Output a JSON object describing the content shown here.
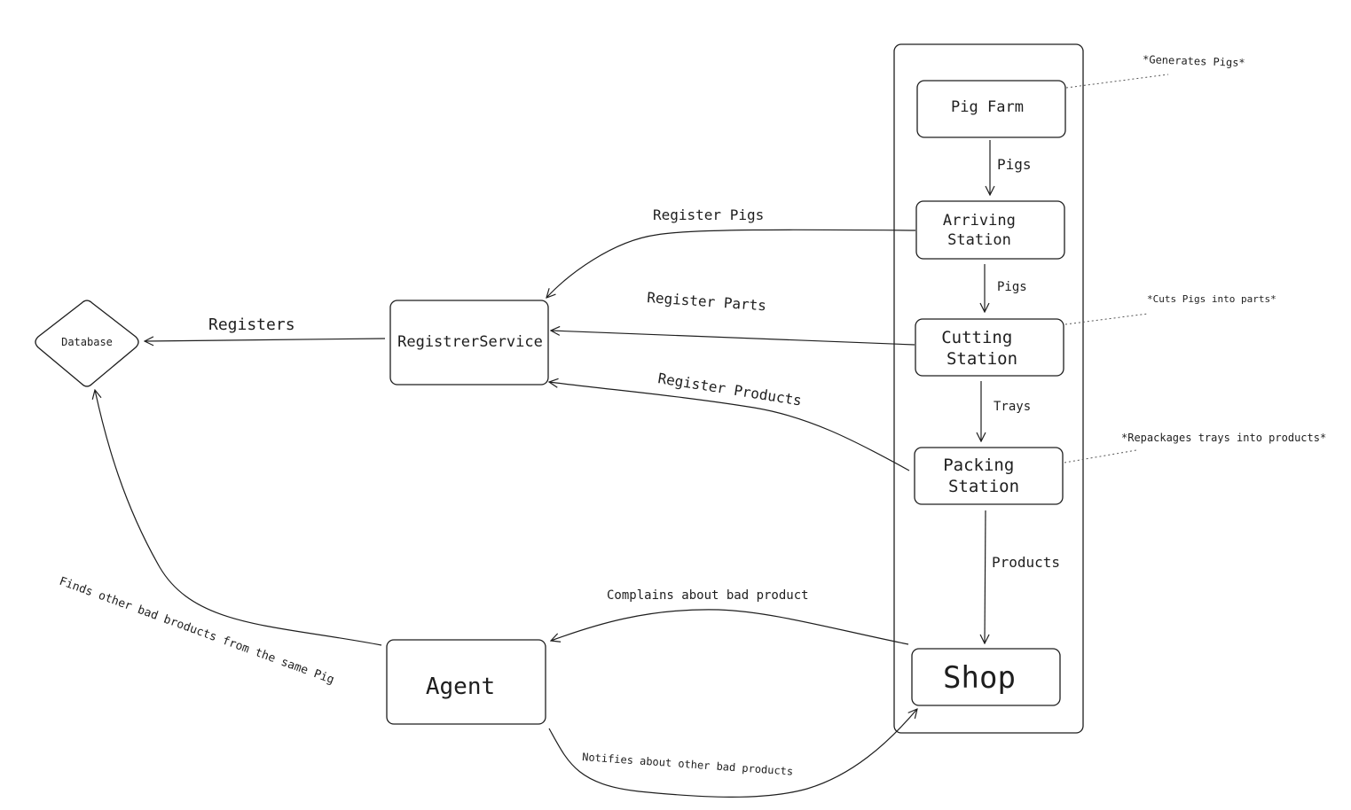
{
  "nodes": {
    "database": "Database",
    "registrer_service": "RegistrerService",
    "agent": "Agent",
    "pig_farm": "Pig Farm",
    "arriving_station": [
      "Arriving",
      "Station"
    ],
    "cutting_station": [
      "Cutting",
      "Station"
    ],
    "packing_station": [
      "Packing",
      "Station"
    ],
    "shop": "Shop"
  },
  "edges": {
    "farm_to_arriving": "Pigs",
    "arriving_to_cutting": "Pigs",
    "cutting_to_packing": "Trays",
    "packing_to_shop": "Products",
    "register_pigs": "Register Pigs",
    "register_parts": "Register Parts",
    "register_products": "Register Products",
    "registers": "Registers",
    "complains": "Complains about bad product",
    "finds": "Finds other bad broducts from the same Pig",
    "notifies": "Notifies about other bad products"
  },
  "notes": {
    "generates": "*Generates Pigs*",
    "cuts": "*Cuts Pigs into parts*",
    "repackages": "*Repackages trays into products*"
  }
}
